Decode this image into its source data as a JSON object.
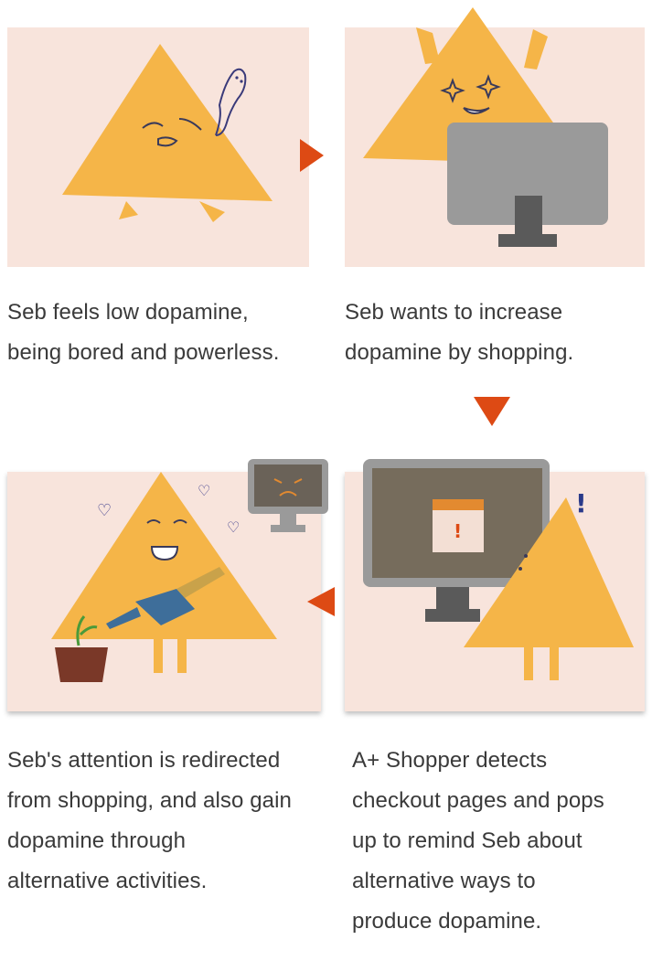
{
  "colors": {
    "panel_bg": "#f8e4dc",
    "character": "#f5b548",
    "arrow": "#dd4a14",
    "monitor": "#9a9a9a",
    "text": "#3a3a3a"
  },
  "steps": [
    {
      "lines": [
        "Seb feels low dopamine,",
        "being bored and powerless."
      ]
    },
    {
      "lines": [
        "Seb wants to increase",
        "dopamine by shopping."
      ]
    },
    {
      "lines": [
        "Seb's attention is redirected",
        "from shopping, and also gain",
        "dopamine through",
        "alternative activities."
      ]
    },
    {
      "lines": [
        "A+ Shopper detects",
        "checkout pages and pops",
        "up to remind Seb about",
        "alternative ways to",
        "produce dopamine."
      ]
    }
  ],
  "icons": {
    "arrow_1": "arrow-right-icon",
    "arrow_2": "arrow-down-icon",
    "arrow_3": "arrow-left-icon"
  }
}
